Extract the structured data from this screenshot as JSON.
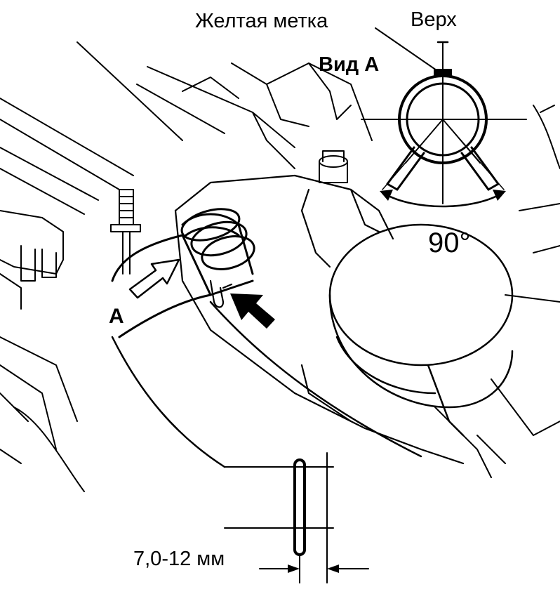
{
  "labels": {
    "yellow_mark": "Желтая метка",
    "top": "Верх",
    "view_a": "Вид А",
    "angle": "90°",
    "point_a": "A",
    "clip_width": "7,0-12 мм"
  },
  "colors": {
    "ink": "#000000",
    "paper": "#ffffff"
  }
}
